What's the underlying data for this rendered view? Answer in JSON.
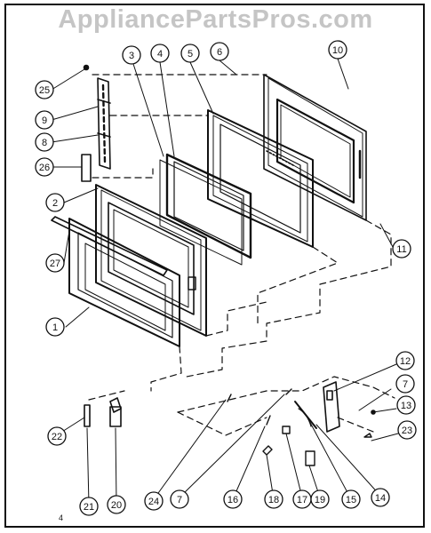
{
  "watermark": "AppliancePartsPros.com",
  "page_number": "4",
  "callouts": [
    "25",
    "9",
    "8",
    "26",
    "2",
    "27",
    "1",
    "3",
    "4",
    "5",
    "6",
    "10",
    "11",
    "12",
    "7",
    "13",
    "23",
    "22",
    "21",
    "20",
    "24",
    "7",
    "16",
    "18",
    "17",
    "19",
    "15",
    "14"
  ],
  "colors": {
    "ink": "#111111",
    "watermark": "#969696",
    "background": "#ffffff"
  }
}
